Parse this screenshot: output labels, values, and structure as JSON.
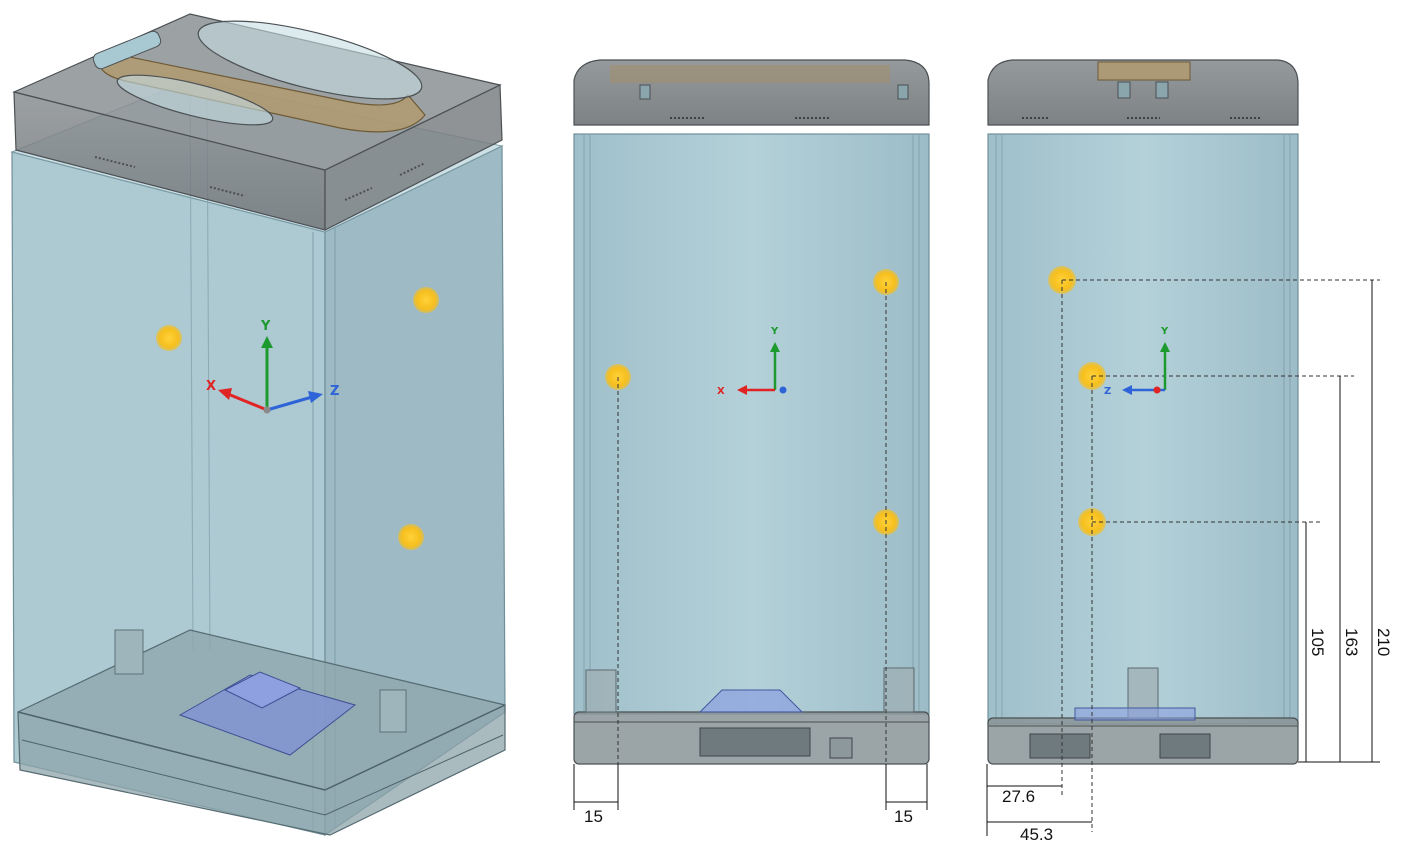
{
  "axes": {
    "x": "X",
    "y": "Y",
    "z": "Z"
  },
  "dimensions": {
    "front_left": "15",
    "front_right": "15",
    "side_bottom_1": "27.6",
    "side_bottom_2": "45.3",
    "side_height_1": "105",
    "side_height_2": "163",
    "side_height_3": "210"
  },
  "colors": {
    "body_fill": "#a9c9d2",
    "body_stroke": "#6f8f99",
    "lid_fill": "#7f8487",
    "handle_fill": "#b39a6d",
    "marker": "#f6bf1d",
    "axis_x": "#e02424",
    "axis_y": "#1d9a2e",
    "axis_z": "#2f63d8"
  },
  "views": [
    "isometric-view",
    "front-view",
    "side-view"
  ]
}
